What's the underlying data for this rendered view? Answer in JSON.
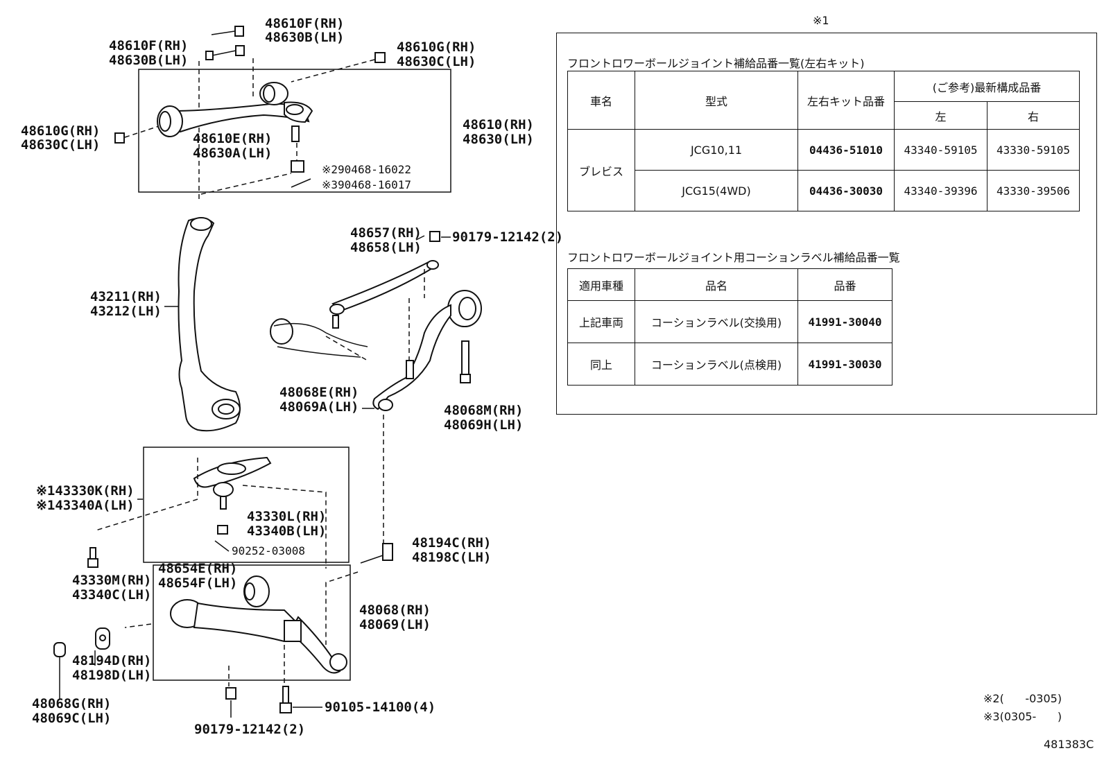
{
  "labels": {
    "upper_bolt_top": [
      "48610F(RH)",
      "48630B(LH)"
    ],
    "upper_bolt_left": [
      "48610F(RH)",
      "48630B(LH)"
    ],
    "upper_nut_right": [
      "48610G(RH)",
      "48630C(LH)"
    ],
    "upper_nut_left": [
      "48610G(RH)",
      "48630C(LH)"
    ],
    "upper_arm_assy": [
      "48610(RH)",
      "48630(LH)"
    ],
    "upper_arm": [
      "48610E(RH)",
      "48630A(LH)"
    ],
    "upper_nut_note2": "※290468-16022",
    "upper_pin_note3": "※390468-16017",
    "knuckle": [
      "43211(RH)",
      "43212(LH)"
    ],
    "strut_brace": [
      "48657(RH)",
      "48658(LH)"
    ],
    "brace_nut": "90179-12142(2)",
    "strut_arm": [
      "48068E(RH)",
      "48069A(LH)"
    ],
    "strut_bolt": [
      "48068M(RH)",
      "48069H(LH)"
    ],
    "ball_joint": [
      "※143330K(RH)",
      "※143340A(LH)"
    ],
    "ball_joint_nut": [
      "43330L(RH)",
      "43340B(LH)"
    ],
    "cotter_pin": "90252-03008",
    "ball_bolt": [
      "43330M(RH)",
      "43340C(LH)"
    ],
    "bushing": [
      "48654E(RH)",
      "48654F(LH)"
    ],
    "cam_bolt": [
      "48194C(RH)",
      "48198C(LH)"
    ],
    "lower_arm": [
      "48068(RH)",
      "48069(LH)"
    ],
    "cam_plate": [
      "48194D(RH)",
      "48198D(LH)"
    ],
    "lower_nut": [
      "48068G(RH)",
      "48069C(LH)"
    ],
    "lower_nut2": "90179-12142(2)",
    "lower_bolt": "90105-14100(4)"
  },
  "note_ref": "※1",
  "table1": {
    "title": "フロントロワーボールジョイント補給品番一覧(左右キット)",
    "headers": {
      "vehicle": "車名",
      "model": "型式",
      "kit": "左右キット品番",
      "ref": "(ご参考)最新構成品番",
      "left": "左",
      "right": "右"
    },
    "vehicle_name": "ブレビス",
    "rows": [
      {
        "model": "JCG10,11",
        "kit": "04436-51010",
        "left": "43340-59105",
        "right": "43330-59105"
      },
      {
        "model": "JCG15(4WD)",
        "kit": "04436-30030",
        "left": "43340-39396",
        "right": "43330-39506"
      }
    ]
  },
  "table2": {
    "title": "フロントロワーボールジョイント用コーションラベル補給品番一覧",
    "headers": {
      "vehicle": "適用車種",
      "name": "品名",
      "part": "品番"
    },
    "rows": [
      {
        "vehicle": "上記車両",
        "name": "コーションラベル(交換用)",
        "part": "41991-30040"
      },
      {
        "vehicle": "同上",
        "name": "コーションラベル(点検用)",
        "part": "41991-30030"
      }
    ]
  },
  "footnotes": {
    "n2": "※2(      -0305)",
    "n3": "※3(0305-      )"
  },
  "diagram_id": "481383C"
}
